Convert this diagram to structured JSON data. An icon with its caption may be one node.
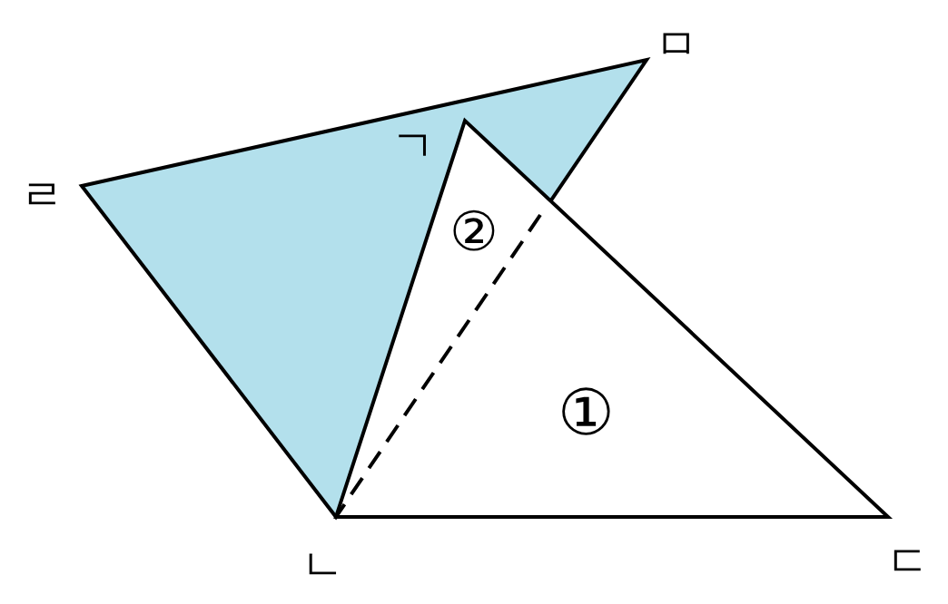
{
  "diagram": {
    "labels": [
      "ㅁ",
      "ㄱ",
      "ㄹ",
      "②",
      "①",
      "ㄴ",
      "ㄷ"
    ]
  }
}
